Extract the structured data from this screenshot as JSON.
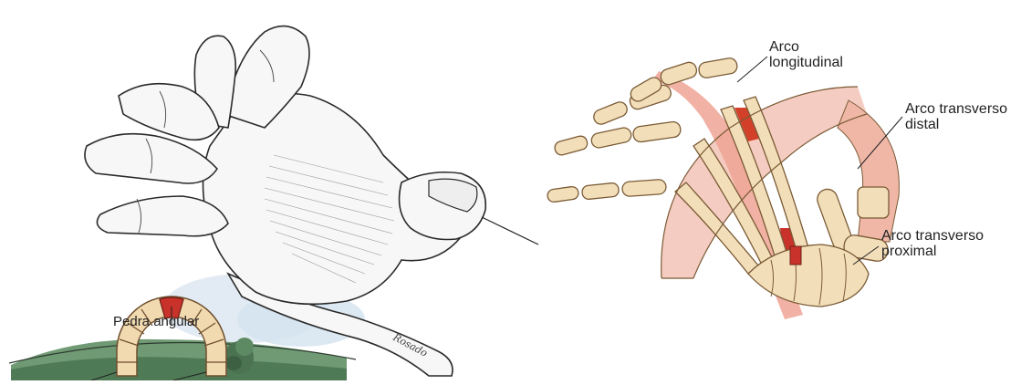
{
  "labels": {
    "keystone": "Pedra angular",
    "longitudinal_arch": "Arco\nlongitudinal",
    "distal_transverse_arch": "Arco transverso\ndistal",
    "proximal_transverse_arch": "Arco transverso\nproximal"
  },
  "artist_signature": "Rosado",
  "colors": {
    "bone": "#f2dfba",
    "bone_outline": "#7a5a35",
    "arch_highlight": "#f0b7a7",
    "arch_highlight_dark": "#d2402a",
    "keystone": "#c8322a",
    "stone": "#f1d9b0",
    "grass": "#5f8a64",
    "sky": "#cfe0ef",
    "ink": "#222222"
  }
}
